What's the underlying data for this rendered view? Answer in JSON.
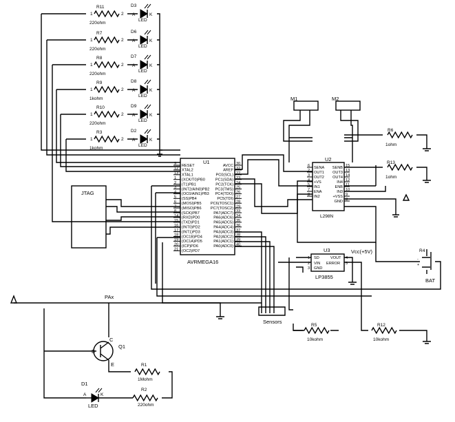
{
  "leds": [
    {
      "ref": "D3",
      "value": "LED",
      "resistor": "R11",
      "rvalue": "220ohm"
    },
    {
      "ref": "D6",
      "value": "LED",
      "resistor": "R7",
      "rvalue": "220ohm"
    },
    {
      "ref": "D7",
      "value": "LED",
      "resistor": "R8",
      "rvalue": "220ohm"
    },
    {
      "ref": "D8",
      "value": "LED",
      "resistor": "R9",
      "rvalue": "1kohm"
    },
    {
      "ref": "D9",
      "value": "LED",
      "resistor": "R10",
      "rvalue": "220ohm"
    },
    {
      "ref": "D2",
      "value": "LED",
      "resistor": "R3",
      "rvalue": "1kohm"
    }
  ],
  "pin_a": "A",
  "pin_k": "K",
  "pin_1": "1",
  "pin_2": "2",
  "jtag": "JTAG",
  "mcu": {
    "ref": "U1",
    "name": "AVRMEGA16",
    "left_pins": [
      {
        "num": "9",
        "name": "RESET"
      },
      {
        "num": "12",
        "name": "XTAL2"
      },
      {
        "num": "13",
        "name": "XTAL1"
      },
      {
        "num": "1",
        "name": "(XCK/T0)PB0"
      },
      {
        "num": "2",
        "name": "(T1)PB1"
      },
      {
        "num": "3",
        "name": "(INT2/AIN0)PB2"
      },
      {
        "num": "4",
        "name": "(OC0/AIN1)PB3"
      },
      {
        "num": "5",
        "name": "(SS)PB4"
      },
      {
        "num": "6",
        "name": "(MOSI)PB5"
      },
      {
        "num": "7",
        "name": "(MISO)PB6"
      },
      {
        "num": "8",
        "name": "(SCK)PB7"
      },
      {
        "num": "14",
        "name": "(RXD)PD0"
      },
      {
        "num": "15",
        "name": "(TXD)PD1"
      },
      {
        "num": "16",
        "name": "(INT0)PD2"
      },
      {
        "num": "17",
        "name": "(INT1)PD3"
      },
      {
        "num": "18",
        "name": "(OC1B)PD4"
      },
      {
        "num": "19",
        "name": "(OC1A)PD5"
      },
      {
        "num": "20",
        "name": "(ICP)PD6"
      },
      {
        "num": "21",
        "name": "(OC2)PD7"
      }
    ],
    "right_pins": [
      {
        "num": "30",
        "name": "AVCC"
      },
      {
        "num": "32",
        "name": "AREF"
      },
      {
        "num": "22",
        "name": "PC0(SCL)"
      },
      {
        "num": "23",
        "name": "PC1(SDA)"
      },
      {
        "num": "24",
        "name": "PC2(TCK)"
      },
      {
        "num": "25",
        "name": "PC3(TMS)"
      },
      {
        "num": "26",
        "name": "PC4(TDO)"
      },
      {
        "num": "27",
        "name": "PC5(TDI)"
      },
      {
        "num": "28",
        "name": "PC6(TOSC1)"
      },
      {
        "num": "29",
        "name": "PC7(TOSC2)"
      },
      {
        "num": "33",
        "name": "PA7(ADC7)"
      },
      {
        "num": "34",
        "name": "PA6(ADC6)"
      },
      {
        "num": "35",
        "name": "PA5(ADC5)"
      },
      {
        "num": "36",
        "name": "PA4(ADC4)"
      },
      {
        "num": "37",
        "name": "PA3(ADC3)"
      },
      {
        "num": "38",
        "name": "PA2(ADC2)"
      },
      {
        "num": "39",
        "name": "PA1(ADC1)"
      },
      {
        "num": "40",
        "name": "PA0(ADC0)"
      }
    ]
  },
  "driver": {
    "ref": "U2",
    "name": "L298N",
    "left_pins": [
      {
        "num": "6",
        "name": "SENA"
      },
      {
        "num": "2",
        "name": "OUT1"
      },
      {
        "num": "3",
        "name": "OUT2"
      },
      {
        "num": "4",
        "name": "+VS"
      },
      {
        "num": "5",
        "name": "IN1"
      },
      {
        "num": "7",
        "name": "ENA"
      },
      {
        "num": "8",
        "name": "IN2"
      }
    ],
    "right_pins": [
      {
        "num": "15",
        "name": "SENB"
      },
      {
        "num": "13",
        "name": "OUT3"
      },
      {
        "num": "14",
        "name": "OUT4"
      },
      {
        "num": "12",
        "name": "IN4"
      },
      {
        "num": "11",
        "name": "ENB"
      },
      {
        "num": "10",
        "name": "IN3"
      },
      {
        "num": "9",
        "name": "+VSS"
      },
      {
        "num": "8",
        "name": "GND"
      }
    ]
  },
  "motors": [
    "M1",
    "M2"
  ],
  "r6": {
    "ref": "R6",
    "value": "1ohm"
  },
  "r13": {
    "ref": "R13",
    "value": "1ohm"
  },
  "reg": {
    "ref": "U3",
    "name": "LP3855",
    "pins": [
      {
        "num": "1",
        "name": "SD"
      },
      {
        "num": "2",
        "name": "VIN"
      },
      {
        "num": "3",
        "name": "GND"
      },
      {
        "num": "4",
        "name": "VOUT"
      },
      {
        "num": "5",
        "name": "ERROR"
      }
    ]
  },
  "vcc": "Vcc(+5V)",
  "battery": {
    "ref": "R4",
    "name": "BAT"
  },
  "sensors": "Sensors",
  "r5": {
    "ref": "R5",
    "value": "10kohm"
  },
  "r12": {
    "ref": "R12",
    "value": "10kohm"
  },
  "transistor": {
    "ref": "Q1",
    "b": "B",
    "c": "C",
    "e": "E",
    "net": "PAx"
  },
  "r1": {
    "ref": "R1",
    "value": "1Mohm"
  },
  "d1": {
    "ref": "D1",
    "value": "LED"
  },
  "r2": {
    "ref": "R2",
    "value": "220ohm"
  }
}
